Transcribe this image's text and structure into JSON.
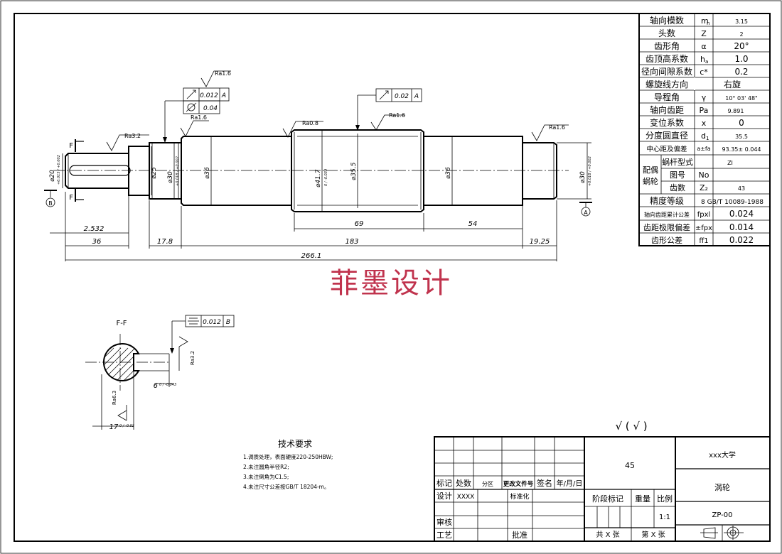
{
  "params": {
    "rows": [
      {
        "name": "轴向模数",
        "sym": "m",
        "sub": "n",
        "val": "3.15"
      },
      {
        "name": "头数",
        "sym": "Z",
        "sub": "",
        "val": "2"
      },
      {
        "name": "齿形角",
        "sym": "α",
        "sub": "",
        "val": "20°"
      },
      {
        "name": "齿顶高系数",
        "sym": "h",
        "sub": "a",
        "val": "1.0"
      },
      {
        "name": "径向间隙系数",
        "sym": "c*",
        "sub": "",
        "val": "0.2"
      },
      {
        "name": "螺旋线方向",
        "sym": "",
        "sub": "",
        "val": "右旋"
      },
      {
        "name": "导程角",
        "sym": "γ",
        "sub": "",
        "val": "10° 03' 48\""
      },
      {
        "name": "轴向齿距",
        "sym": "Pa",
        "sub": "",
        "val": "9.891"
      },
      {
        "name": "变位系数",
        "sym": "x",
        "sub": "",
        "val": "0"
      },
      {
        "name": "分度圆直径",
        "sym": "d",
        "sub": "1",
        "val": "35.5"
      },
      {
        "name": "中心距及偏差",
        "sym": "a±fa",
        "sub": "",
        "val": "93.35± 0.044"
      }
    ],
    "mate_label_1": "配偶",
    "mate_label_2": "蜗轮",
    "mate_rows": [
      {
        "name": "蜗杆型式",
        "sym": "",
        "val": "ZI"
      },
      {
        "name": "图号",
        "sym": "No",
        "val": ""
      },
      {
        "name": "齿数",
        "sym": "Z₂",
        "val": "43"
      }
    ],
    "rows2": [
      {
        "name": "精度等级",
        "sym": "",
        "val": "8 GB/T 10089-1988"
      },
      {
        "name": "轴向齿距累计公差",
        "sym": "fpxl",
        "val": "0.024"
      },
      {
        "name": "齿距极限偏差",
        "sym": "±fpx",
        "val": "0.014"
      },
      {
        "name": "齿形公差",
        "sym": "ff1",
        "val": "0.022"
      }
    ]
  },
  "dims": {
    "d_left_journal": "⌀20",
    "d_left_journal_tol": "+0.015 / +0.002",
    "d25": "⌀25",
    "d30": "⌀30",
    "d30_tol": "+0.018 / +0.002",
    "d36a": "⌀36",
    "d41": "⌀41.7",
    "d41_tol": "0 / -0.039",
    "d35_5": "⌀35.5",
    "d36b": "⌀36",
    "d30r": "⌀30",
    "d30r_tol": "+0.018 / +0.002",
    "len_2532": "2.532",
    "len_36": "36",
    "len_178": "17.8",
    "len_183": "183",
    "len_69": "69",
    "len_54": "54",
    "len_1925": "19.25",
    "len_2661": "266.1",
    "section_key_width": "6",
    "section_key_tol": "0 / -0.043",
    "section_depth": "17",
    "section_depth_tol": "0 / -0.02"
  },
  "labels": {
    "F_top": "F",
    "F_bottom": "F",
    "datum_B": "B",
    "datum_A": "A",
    "section_label": "F-F"
  },
  "rough": {
    "ra32_left": "Ra3.2",
    "ra16_top": "Ra1.6",
    "ra16_mid": "Ra1.6",
    "ra08": "Ra0.8",
    "ra16_worm": "Ra1.6",
    "ra16_right": "Ra1.6",
    "ra32_section": "Ra3.2",
    "ra63_section": "Ra6.3"
  },
  "tolerances": {
    "runout_val": "0.012",
    "runout_datum": "A",
    "cyl_val": "0.04",
    "worm_runout_val": "0.02",
    "worm_runout_datum": "A",
    "sym_val": "0.012",
    "sym_datum": "B"
  },
  "watermark": "菲墨设计",
  "surface_note": "√ ( √ )",
  "tech": {
    "title": "技术要求",
    "items": [
      "1.调质处理，表面硬度220-250HBW;",
      "2.未注圆角半径R2;",
      "3.未注倒角为C1.5;",
      "4.未注尺寸公差按GB/T 18204-m。"
    ]
  },
  "titleblock": {
    "material": "45",
    "school": "xxx大学",
    "part": "涡轮",
    "code": "ZP-00",
    "scale": "1:1",
    "h_mark": "标记",
    "h_count": "处数",
    "h_zone": "分区",
    "h_doc": "更改文件号",
    "h_sign": "签名",
    "h_date": "年/月/日",
    "design": "设计",
    "designer": "XXXX",
    "std": "标准化",
    "check": "审核",
    "process": "工艺",
    "approve": "批准",
    "stage": "阶段标记",
    "weight": "重量",
    "ratio": "比例",
    "total": "共  X  张",
    "sheet": "第  X  张"
  }
}
